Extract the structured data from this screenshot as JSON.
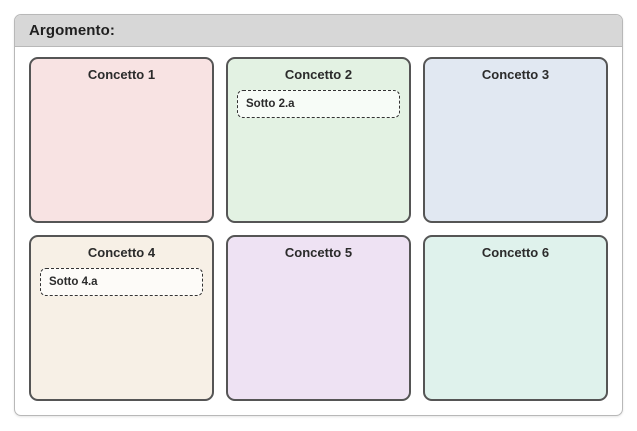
{
  "panel": {
    "title": "Argomento:"
  },
  "colors": {
    "panel_border": "#b8b8b8",
    "panel_header_bg": "#d7d7d7",
    "card_border": "#555555",
    "subbox_border": "#333333",
    "text": "#2b2b2b"
  },
  "cards": [
    {
      "title": "Concetto 1",
      "bg": "#f8e3e3",
      "sub": null
    },
    {
      "title": "Concetto 2",
      "bg": "#e3f2e3",
      "sub": "Sotto 2.a"
    },
    {
      "title": "Concetto 3",
      "bg": "#e1e8f2",
      "sub": null
    },
    {
      "title": "Concetto 4",
      "bg": "#f7f0e6",
      "sub": "Sotto 4.a"
    },
    {
      "title": "Concetto 5",
      "bg": "#eee2f3",
      "sub": null
    },
    {
      "title": "Concetto 6",
      "bg": "#dff2ec",
      "sub": null
    }
  ]
}
